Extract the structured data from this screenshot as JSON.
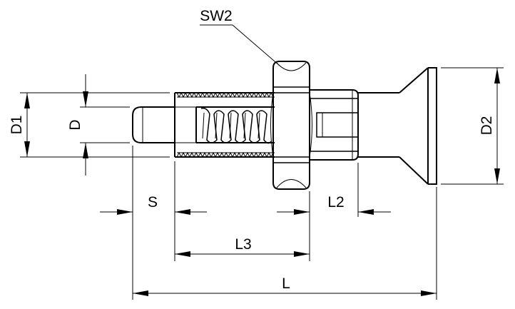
{
  "drawing": {
    "labels": {
      "sw2": "SW2",
      "d1": "D1",
      "d": "D",
      "d2": "D2",
      "s": "S",
      "l2": "L2",
      "l3": "L3",
      "l": "L"
    },
    "colors": {
      "line": "#000000",
      "background": "#ffffff"
    }
  }
}
